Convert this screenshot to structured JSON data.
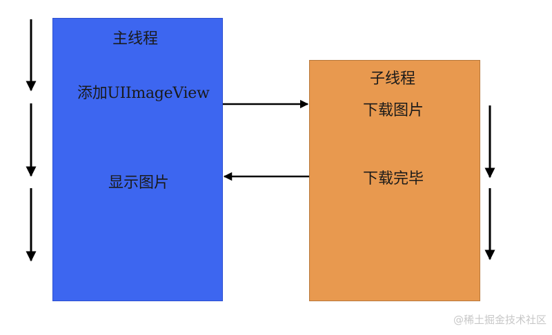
{
  "main_thread": {
    "title": "主线程",
    "step_add": "添加UIImageView",
    "step_show": "显示图片",
    "color": "#3d66f0"
  },
  "sub_thread": {
    "title": "子线程",
    "step_download": "下载图片",
    "step_done": "下载完毕",
    "color": "#e8994f"
  },
  "watermark": "@稀土掘金技术社区"
}
